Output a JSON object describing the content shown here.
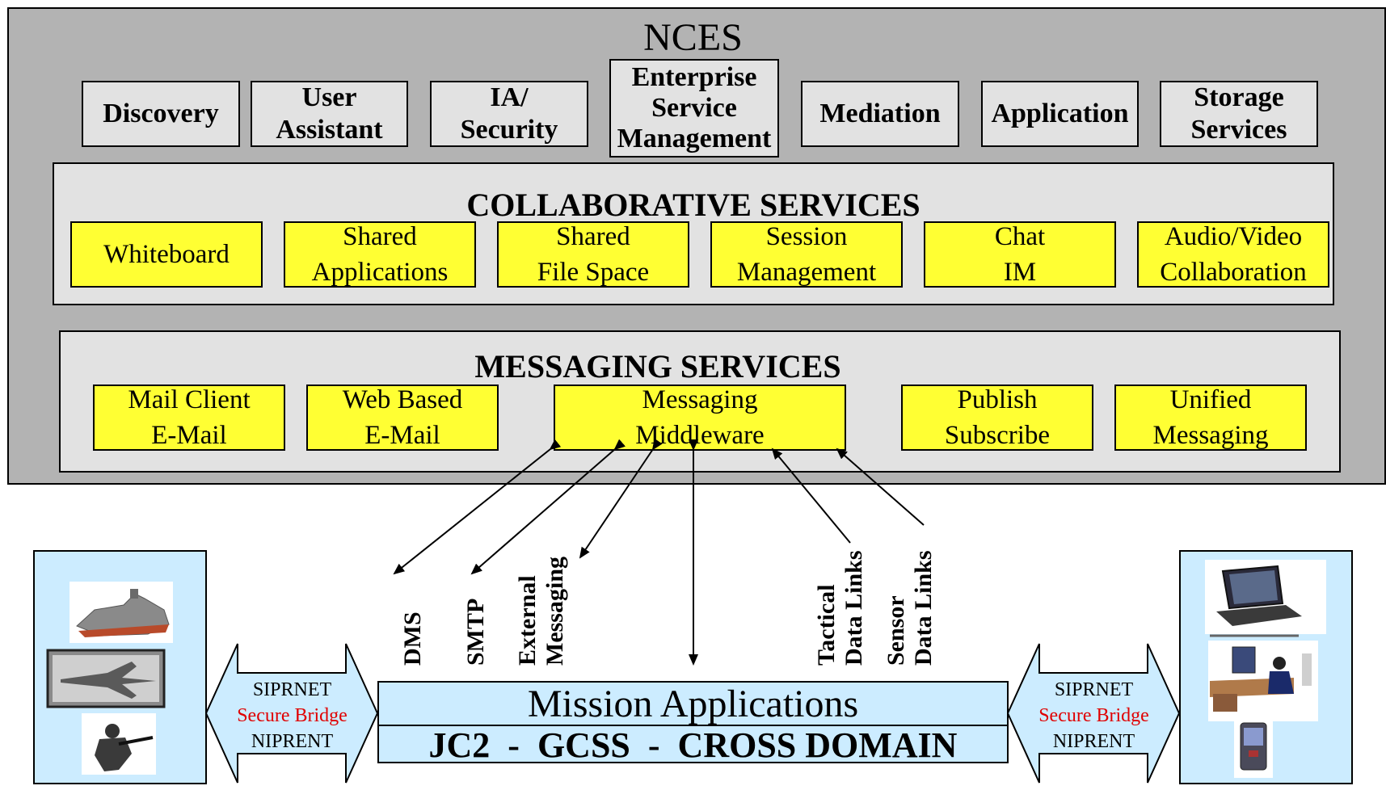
{
  "nces": {
    "title": "NCES",
    "services": [
      "Discovery",
      "User\nAssistant",
      "IA/\nSecurity",
      "Enterprise\nService\nManagement",
      "Mediation",
      "Application",
      "Storage\nServices"
    ]
  },
  "collaborative": {
    "title": "COLLABORATIVE SERVICES",
    "items": [
      "Whiteboard",
      "Shared\nApplications",
      "Shared\nFile Space",
      "Session\nManagement",
      "Chat\nIM",
      "Audio/Video\nCollaboration"
    ]
  },
  "messaging": {
    "title": "MESSAGING SERVICES",
    "items": [
      "Mail Client\nE-Mail",
      "Web Based\nE-Mail",
      "Messaging\nMiddleware",
      "Publish\nSubscribe",
      "Unified\nMessaging"
    ]
  },
  "links": {
    "dms": "DMS",
    "smtp": "SMTP",
    "external": "External\nMessaging",
    "tactical": "Tactical\nData Links",
    "sensor": "Sensor\nData Links"
  },
  "mission": {
    "title": "Mission Applications",
    "subtitle": "JC2  -  GCSS  -  CROSS DOMAIN"
  },
  "bridge_left": {
    "line1": "SIPRNET",
    "line2": "Secure Bridge",
    "line3": "NIPRENT"
  },
  "bridge_right": {
    "line1": "SIPRNET",
    "line2": "Secure Bridge",
    "line3": "NIPRENT"
  },
  "colors": {
    "panel_gray": "#b3b3b3",
    "box_gray": "#e2e2e2",
    "yellow": "#ffff33",
    "light_blue": "#ccecff",
    "red": "#e00000"
  }
}
